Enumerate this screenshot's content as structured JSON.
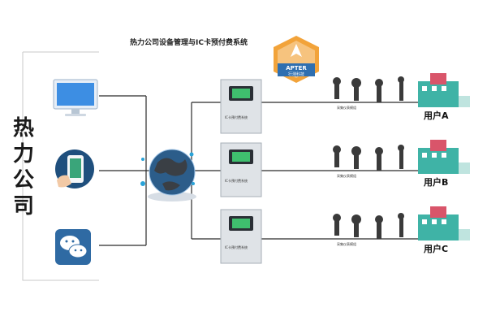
{
  "diagram": {
    "title": "热力公司设备管理与IC卡预付费系统",
    "company": [
      "热",
      "力",
      "公",
      "司"
    ],
    "logo": {
      "brand": "APTER",
      "sub": "行测科技",
      "colors": {
        "orange": "#f2a33a",
        "blue": "#2f6fb0"
      }
    },
    "cabinets": [
      {
        "panel_label": "IC卡预付费系统"
      },
      {
        "panel_label": "IC卡预付费系统"
      },
      {
        "panel_label": "IC卡预付费系统"
      }
    ],
    "collect_label": "采集仪表模组",
    "users": [
      "用户A",
      "用户B",
      "用户C"
    ],
    "icons": [
      "computer-monitor-icon",
      "smartphone-icon",
      "wechat-icon",
      "globe-icon"
    ],
    "colors": {
      "line": "#2b2b2b",
      "monitor": "#3d8ee3",
      "wechat": "#2f6aa3",
      "globe": "#2c5d8a"
    }
  }
}
